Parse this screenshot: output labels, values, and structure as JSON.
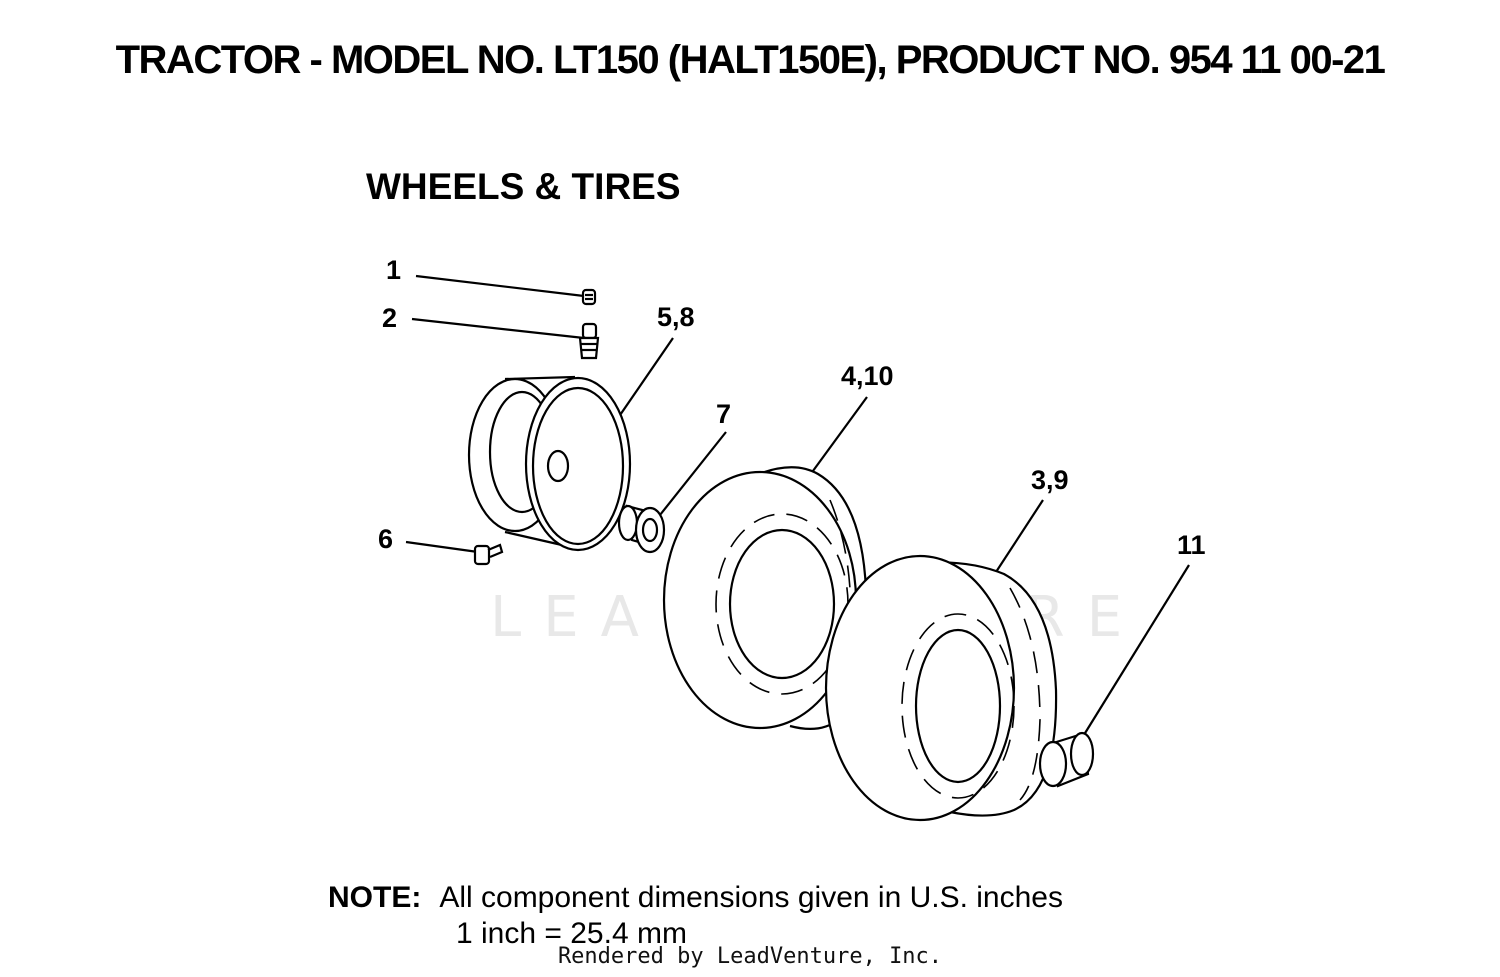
{
  "header": {
    "title": "TRACTOR - MODEL NO. LT150 (HALT150E), PRODUCT NO. 954 11 00-21"
  },
  "section": {
    "title": "WHEELS & TIRES"
  },
  "callouts": [
    "1",
    "2",
    "5,8",
    "4,10",
    "7",
    "3,9",
    "6",
    "11"
  ],
  "note": {
    "label": "NOTE:",
    "line1": "All component dimensions given in U.S. inches",
    "line2": "1 inch = 25.4 mm"
  },
  "watermark": "LEADVENTURE",
  "footer": {
    "credit": "Rendered by LeadVenture, Inc."
  }
}
